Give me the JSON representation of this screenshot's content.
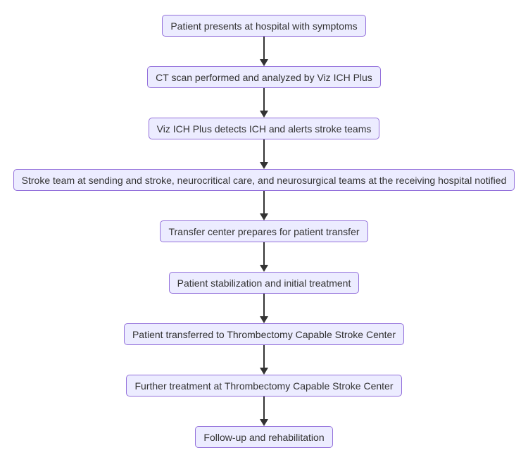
{
  "diagram": {
    "type": "flowchart",
    "direction": "top-down",
    "colors": {
      "node_fill": "#ECECFF",
      "node_border": "#9370DB",
      "arrow": "#333333",
      "text": "#333333",
      "background": "#FFFFFF"
    },
    "nodes": [
      {
        "label": "Patient presents at hospital with symptoms"
      },
      {
        "label": "CT scan performed and analyzed by Viz ICH Plus"
      },
      {
        "label": "Viz ICH Plus detects ICH and alerts stroke teams"
      },
      {
        "label": "Stroke team at sending and stroke, neurocritical care, and neurosurgical teams at the receiving hospital notified"
      },
      {
        "label": "Transfer center prepares for patient transfer"
      },
      {
        "label": "Patient stabilization and initial treatment"
      },
      {
        "label": "Patient transferred to Thrombectomy Capable Stroke Center"
      },
      {
        "label": "Further treatment at Thrombectomy Capable Stroke Center"
      },
      {
        "label": "Follow-up and rehabilitation"
      }
    ],
    "edges": [
      {
        "from": 0,
        "to": 1
      },
      {
        "from": 1,
        "to": 2
      },
      {
        "from": 2,
        "to": 3
      },
      {
        "from": 3,
        "to": 4
      },
      {
        "from": 4,
        "to": 5
      },
      {
        "from": 5,
        "to": 6
      },
      {
        "from": 6,
        "to": 7
      },
      {
        "from": 7,
        "to": 8
      }
    ]
  }
}
